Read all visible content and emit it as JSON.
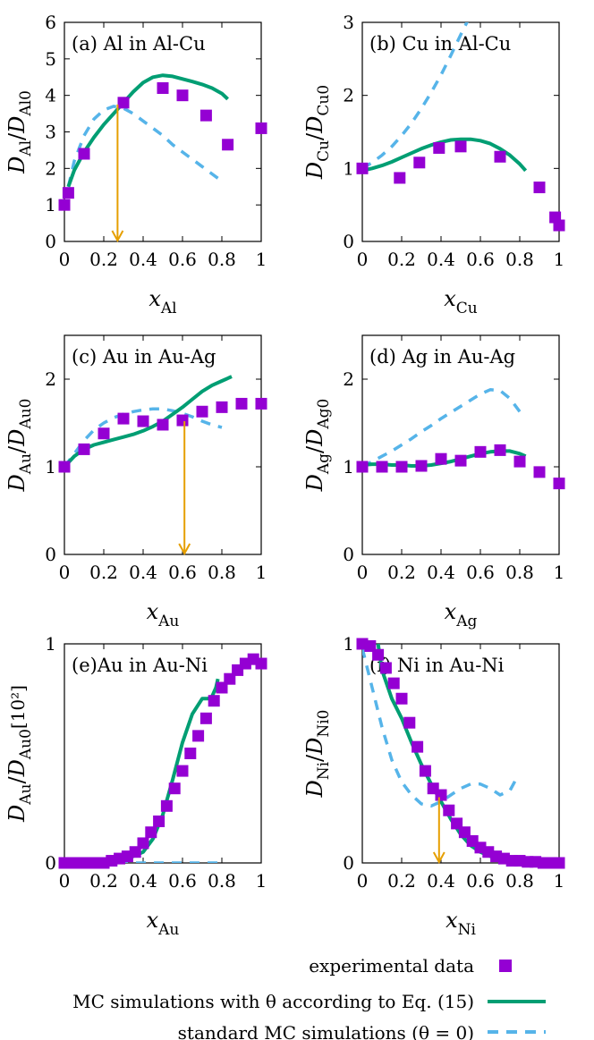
{
  "colors": {
    "experimental": "#9400d3",
    "mc_theta": "#009e73",
    "mc_standard": "#56b4e9",
    "arrow": "#e69f00"
  },
  "legend": {
    "experimental": "experimental data",
    "mc_theta": "MC simulations with θ according to Eq. (15)",
    "mc_standard": "standard MC simulations (θ = 0)"
  },
  "chart_data": [
    {
      "type": "line",
      "title": "(a) Al in Al-Cu",
      "xlabel": {
        "main": "x",
        "sub": "Al"
      },
      "ylabel": {
        "main": "D",
        "sub": "Al",
        "den": "D",
        "densub": "Al0",
        "suffix": ""
      },
      "xlim": [
        0,
        1
      ],
      "ylim": [
        0,
        6
      ],
      "xticks": [
        0,
        0.2,
        0.4,
        0.6,
        0.8,
        1
      ],
      "xtick_labels": [
        "0",
        "0.2",
        "0.4",
        "0.6",
        "0.8",
        "1"
      ],
      "yticks": [
        0,
        1,
        2,
        3,
        4,
        5,
        6
      ],
      "ytick_labels": [
        "0",
        "1",
        "2",
        "3",
        "4",
        "5",
        "6"
      ],
      "series": [
        {
          "key": "experimental",
          "kind": "points",
          "x": [
            0.0,
            0.02,
            0.1,
            0.3,
            0.5,
            0.6,
            0.72,
            0.83,
            1.0
          ],
          "y": [
            1.0,
            1.33,
            2.4,
            3.8,
            4.2,
            4.0,
            3.45,
            2.65,
            3.1
          ]
        },
        {
          "key": "mc_theta",
          "kind": "line",
          "x": [
            0.02,
            0.05,
            0.1,
            0.15,
            0.2,
            0.25,
            0.3,
            0.35,
            0.4,
            0.45,
            0.5,
            0.55,
            0.6,
            0.65,
            0.7,
            0.75,
            0.8,
            0.83
          ],
          "y": [
            1.5,
            1.95,
            2.45,
            2.85,
            3.2,
            3.5,
            3.8,
            4.1,
            4.35,
            4.5,
            4.55,
            4.52,
            4.45,
            4.38,
            4.3,
            4.2,
            4.05,
            3.9
          ]
        },
        {
          "key": "mc_standard",
          "kind": "line",
          "x": [
            0.02,
            0.05,
            0.1,
            0.15,
            0.2,
            0.25,
            0.3,
            0.35,
            0.4,
            0.45,
            0.5,
            0.55,
            0.6,
            0.65,
            0.7,
            0.75,
            0.8
          ],
          "y": [
            1.5,
            2.2,
            2.9,
            3.35,
            3.6,
            3.7,
            3.65,
            3.5,
            3.3,
            3.1,
            2.9,
            2.65,
            2.45,
            2.25,
            2.05,
            1.85,
            1.65
          ]
        }
      ],
      "arrow": {
        "x": 0.27,
        "y_from": 3.75,
        "y_to": 0.0
      }
    },
    {
      "type": "line",
      "title": "(b) Cu in Al-Cu",
      "xlabel": {
        "main": "x",
        "sub": "Cu"
      },
      "ylabel": {
        "main": "D",
        "sub": "Cu",
        "den": "D",
        "densub": "Cu0",
        "suffix": ""
      },
      "xlim": [
        0,
        1
      ],
      "ylim": [
        0,
        3
      ],
      "xticks": [
        0,
        0.2,
        0.4,
        0.6,
        0.8,
        1
      ],
      "xtick_labels": [
        "0",
        "0.2",
        "0.4",
        "0.6",
        "0.8",
        "1"
      ],
      "yticks": [
        0,
        1,
        2,
        3
      ],
      "ytick_labels": [
        "0",
        "1",
        "2",
        "3"
      ],
      "series": [
        {
          "key": "experimental",
          "kind": "points",
          "x": [
            0.0,
            0.19,
            0.29,
            0.39,
            0.5,
            0.7,
            0.9,
            0.98,
            1.0
          ],
          "y": [
            1.0,
            0.87,
            1.08,
            1.28,
            1.3,
            1.16,
            0.74,
            0.33,
            0.22
          ]
        },
        {
          "key": "mc_theta",
          "kind": "line",
          "x": [
            0.0,
            0.05,
            0.1,
            0.15,
            0.2,
            0.25,
            0.3,
            0.35,
            0.4,
            0.45,
            0.5,
            0.55,
            0.6,
            0.65,
            0.7,
            0.75,
            0.8,
            0.83
          ],
          "y": [
            0.97,
            1.0,
            1.04,
            1.09,
            1.15,
            1.21,
            1.27,
            1.32,
            1.36,
            1.39,
            1.4,
            1.4,
            1.38,
            1.34,
            1.27,
            1.18,
            1.06,
            0.97
          ]
        },
        {
          "key": "mc_standard",
          "kind": "line",
          "x": [
            0.0,
            0.05,
            0.1,
            0.15,
            0.2,
            0.25,
            0.3,
            0.35,
            0.4,
            0.45,
            0.5,
            0.55
          ],
          "y": [
            1.0,
            1.08,
            1.18,
            1.3,
            1.45,
            1.62,
            1.82,
            2.04,
            2.28,
            2.55,
            2.83,
            3.1
          ]
        }
      ],
      "arrow": null
    },
    {
      "type": "line",
      "title": "(c) Au in Au-Ag",
      "xlabel": {
        "main": "x",
        "sub": "Au"
      },
      "ylabel": {
        "main": "D",
        "sub": "Au",
        "den": "D",
        "densub": "Au0",
        "suffix": ""
      },
      "xlim": [
        0,
        1
      ],
      "ylim": [
        0,
        2.5
      ],
      "xticks": [
        0,
        0.2,
        0.4,
        0.6,
        0.8,
        1
      ],
      "xtick_labels": [
        "0",
        "0.2",
        "0.4",
        "0.6",
        "0.8",
        "1"
      ],
      "yticks": [
        0,
        1,
        2
      ],
      "ytick_labels": [
        "0",
        "1",
        "2"
      ],
      "series": [
        {
          "key": "experimental",
          "kind": "points",
          "x": [
            0.0,
            0.1,
            0.2,
            0.3,
            0.4,
            0.5,
            0.6,
            0.7,
            0.8,
            0.9,
            1.0
          ],
          "y": [
            1.0,
            1.2,
            1.38,
            1.55,
            1.52,
            1.48,
            1.53,
            1.63,
            1.68,
            1.72,
            1.72
          ]
        },
        {
          "key": "mc_theta",
          "kind": "line",
          "x": [
            0.0,
            0.05,
            0.1,
            0.15,
            0.2,
            0.25,
            0.3,
            0.35,
            0.4,
            0.45,
            0.5,
            0.55,
            0.6,
            0.65,
            0.7,
            0.75,
            0.8,
            0.85
          ],
          "y": [
            1.0,
            1.12,
            1.2,
            1.25,
            1.28,
            1.31,
            1.34,
            1.37,
            1.41,
            1.46,
            1.52,
            1.6,
            1.68,
            1.77,
            1.86,
            1.93,
            1.98,
            2.03
          ]
        },
        {
          "key": "mc_standard",
          "kind": "line",
          "x": [
            0.0,
            0.05,
            0.1,
            0.15,
            0.2,
            0.25,
            0.3,
            0.35,
            0.4,
            0.45,
            0.5,
            0.55,
            0.6,
            0.65,
            0.7,
            0.75,
            0.8
          ],
          "y": [
            1.0,
            1.15,
            1.3,
            1.42,
            1.5,
            1.56,
            1.6,
            1.63,
            1.65,
            1.66,
            1.66,
            1.64,
            1.61,
            1.57,
            1.52,
            1.48,
            1.45
          ]
        }
      ],
      "arrow": {
        "x": 0.61,
        "y_from": 1.52,
        "y_to": 0.0
      }
    },
    {
      "type": "line",
      "title": "(d) Ag in Au-Ag",
      "xlabel": {
        "main": "x",
        "sub": "Ag"
      },
      "ylabel": {
        "main": "D",
        "sub": "Ag",
        "den": "D",
        "densub": "Ag0",
        "suffix": ""
      },
      "xlim": [
        0,
        1
      ],
      "ylim": [
        0,
        2.5
      ],
      "xticks": [
        0,
        0.2,
        0.4,
        0.6,
        0.8,
        1
      ],
      "xtick_labels": [
        "0",
        "0.2",
        "0.4",
        "0.6",
        "0.8",
        "1"
      ],
      "yticks": [
        0,
        1,
        2
      ],
      "ytick_labels": [
        "0",
        "1",
        "2"
      ],
      "series": [
        {
          "key": "experimental",
          "kind": "points",
          "x": [
            0.0,
            0.1,
            0.2,
            0.3,
            0.4,
            0.5,
            0.6,
            0.7,
            0.8,
            0.9,
            1.0
          ],
          "y": [
            1.0,
            1.0,
            1.0,
            1.01,
            1.09,
            1.07,
            1.17,
            1.19,
            1.06,
            0.94,
            0.81
          ]
        },
        {
          "key": "mc_theta",
          "kind": "line",
          "x": [
            0.0,
            0.05,
            0.1,
            0.15,
            0.2,
            0.25,
            0.3,
            0.35,
            0.4,
            0.45,
            0.5,
            0.55,
            0.6,
            0.65,
            0.7,
            0.75,
            0.8,
            0.83
          ],
          "y": [
            1.02,
            1.03,
            1.03,
            1.02,
            1.02,
            1.01,
            1.01,
            1.02,
            1.04,
            1.06,
            1.09,
            1.12,
            1.15,
            1.17,
            1.18,
            1.18,
            1.15,
            1.12
          ]
        },
        {
          "key": "mc_standard",
          "kind": "line",
          "x": [
            0.0,
            0.05,
            0.1,
            0.15,
            0.2,
            0.25,
            0.3,
            0.35,
            0.4,
            0.45,
            0.5,
            0.55,
            0.6,
            0.65,
            0.7,
            0.75,
            0.8
          ],
          "y": [
            1.0,
            1.06,
            1.12,
            1.18,
            1.25,
            1.32,
            1.4,
            1.47,
            1.55,
            1.62,
            1.69,
            1.76,
            1.83,
            1.88,
            1.87,
            1.78,
            1.63
          ]
        }
      ],
      "arrow": null
    },
    {
      "type": "line",
      "title": "(e)Au in Au-Ni",
      "xlabel": {
        "main": "x",
        "sub": "Au"
      },
      "ylabel": {
        "main": "D",
        "sub": "Au",
        "den": "D",
        "densub": "Au0",
        "suffix": "[10²]"
      },
      "xlim": [
        0,
        1
      ],
      "ylim": [
        0,
        1
      ],
      "xticks": [
        0,
        0.2,
        0.4,
        0.6,
        0.8,
        1
      ],
      "xtick_labels": [
        "0",
        "0.2",
        "0.4",
        "0.6",
        "0.8",
        "1"
      ],
      "yticks": [
        0,
        1
      ],
      "ytick_labels": [
        "0",
        "1"
      ],
      "series": [
        {
          "key": "experimental",
          "kind": "points",
          "x": [
            0.0,
            0.04,
            0.08,
            0.12,
            0.16,
            0.2,
            0.24,
            0.28,
            0.32,
            0.36,
            0.4,
            0.44,
            0.48,
            0.52,
            0.56,
            0.6,
            0.64,
            0.68,
            0.72,
            0.76,
            0.8,
            0.84,
            0.88,
            0.92,
            0.96,
            1.0
          ],
          "y": [
            0.0,
            0.0,
            0.0,
            0.0,
            0.0,
            0.0,
            0.01,
            0.02,
            0.03,
            0.05,
            0.09,
            0.14,
            0.19,
            0.26,
            0.34,
            0.42,
            0.5,
            0.58,
            0.66,
            0.74,
            0.8,
            0.84,
            0.88,
            0.91,
            0.93,
            0.91
          ]
        },
        {
          "key": "mc_theta",
          "kind": "line",
          "x": [
            0.0,
            0.1,
            0.2,
            0.25,
            0.3,
            0.35,
            0.4,
            0.45,
            0.5,
            0.55,
            0.6,
            0.65,
            0.7,
            0.73,
            0.75,
            0.77,
            0.78
          ],
          "y": [
            0.0,
            0.0,
            0.0,
            0.005,
            0.015,
            0.03,
            0.05,
            0.11,
            0.22,
            0.38,
            0.55,
            0.68,
            0.75,
            0.75,
            0.76,
            0.8,
            0.84
          ]
        },
        {
          "key": "mc_standard",
          "kind": "line",
          "x": [
            0.0,
            0.1,
            0.2,
            0.3,
            0.4,
            0.5,
            0.6,
            0.7,
            0.78
          ],
          "y": [
            0.0,
            0.0,
            0.0,
            0.0,
            0.0,
            0.0,
            0.0,
            0.0,
            0.0
          ]
        }
      ],
      "arrow": null
    },
    {
      "type": "line",
      "title": "(f) Ni in Au-Ni",
      "xlabel": {
        "main": "x",
        "sub": "Ni"
      },
      "ylabel": {
        "main": "D",
        "sub": "Ni",
        "den": "D",
        "densub": "Ni0",
        "suffix": ""
      },
      "xlim": [
        0,
        1
      ],
      "ylim": [
        0,
        1
      ],
      "xticks": [
        0,
        0.2,
        0.4,
        0.6,
        0.8,
        1
      ],
      "xtick_labels": [
        "0",
        "0.2",
        "0.4",
        "0.6",
        "0.8",
        "1"
      ],
      "yticks": [
        0,
        1
      ],
      "ytick_labels": [
        "0",
        "1"
      ],
      "series": [
        {
          "key": "experimental",
          "kind": "points",
          "x": [
            0.0,
            0.04,
            0.08,
            0.12,
            0.16,
            0.2,
            0.24,
            0.28,
            0.32,
            0.36,
            0.4,
            0.44,
            0.48,
            0.52,
            0.56,
            0.6,
            0.64,
            0.68,
            0.72,
            0.76,
            0.8,
            0.84,
            0.88,
            0.92,
            0.96,
            1.0
          ],
          "y": [
            1.0,
            0.99,
            0.95,
            0.89,
            0.82,
            0.75,
            0.64,
            0.53,
            0.42,
            0.34,
            0.31,
            0.24,
            0.18,
            0.14,
            0.1,
            0.07,
            0.05,
            0.03,
            0.02,
            0.01,
            0.01,
            0.005,
            0.005,
            0.0,
            0.0,
            0.0
          ]
        },
        {
          "key": "mc_theta",
          "kind": "line",
          "x": [
            0.08,
            0.1,
            0.15,
            0.2,
            0.25,
            0.3,
            0.35,
            0.4,
            0.45,
            0.5,
            0.55,
            0.6,
            0.65,
            0.7,
            0.75,
            0.8,
            0.9,
            1.0
          ],
          "y": [
            1.0,
            0.88,
            0.75,
            0.66,
            0.55,
            0.45,
            0.36,
            0.28,
            0.2,
            0.13,
            0.08,
            0.05,
            0.03,
            0.02,
            0.01,
            0.005,
            0.0,
            0.0
          ]
        },
        {
          "key": "mc_standard",
          "kind": "line",
          "x": [
            0.0,
            0.05,
            0.1,
            0.15,
            0.2,
            0.25,
            0.3,
            0.35,
            0.4,
            0.45,
            0.5,
            0.55,
            0.6,
            0.65,
            0.7,
            0.75,
            0.78
          ],
          "y": [
            0.98,
            0.8,
            0.62,
            0.47,
            0.37,
            0.31,
            0.27,
            0.26,
            0.28,
            0.31,
            0.34,
            0.36,
            0.36,
            0.34,
            0.31,
            0.33,
            0.38
          ]
        }
      ],
      "arrow": {
        "x": 0.39,
        "y_from": 0.3,
        "y_to": 0.0
      }
    }
  ]
}
